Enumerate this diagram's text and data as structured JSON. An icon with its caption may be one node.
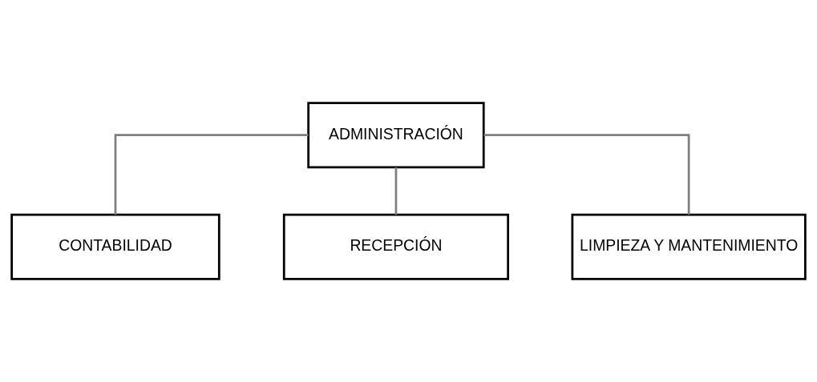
{
  "diagram": {
    "nodes": [
      {
        "text": [
          "ADMINISTRACIÓN"
        ]
      },
      {
        "text": [
          "CONTABILIDAD"
        ]
      },
      {
        "text": [
          "RECEPCIÓN"
        ]
      },
      {
        "text": [
          "LIMPIEZA Y MANTENIMIENTO"
        ]
      }
    ],
    "edges": [
      {
        "from": 0,
        "to": 1,
        "arrow": "none"
      },
      {
        "from": 0,
        "to": 2,
        "arrow": "none"
      },
      {
        "from": 0,
        "to": 3,
        "arrow": "none"
      }
    ]
  }
}
